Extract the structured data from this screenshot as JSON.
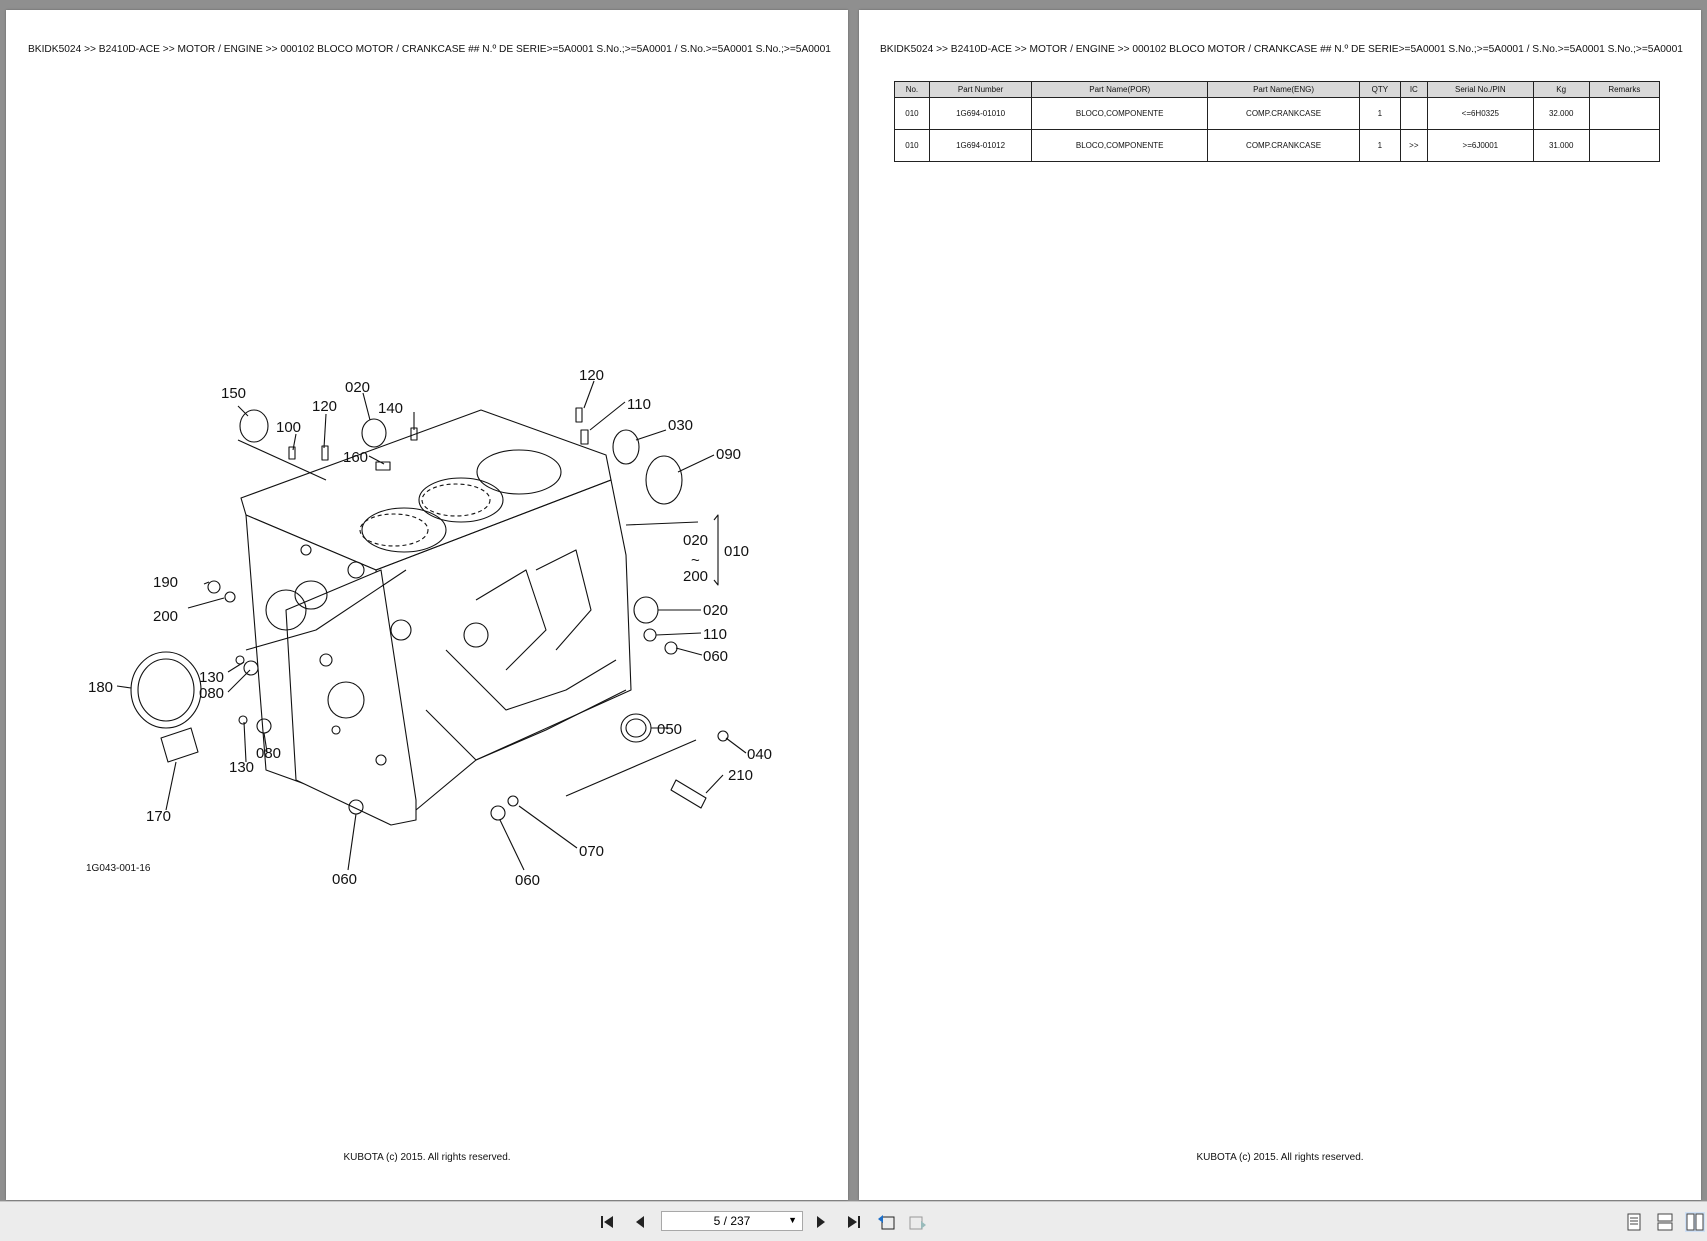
{
  "breadcrumb": "BKIDK5024 >> B2410D-ACE >> MOTOR / ENGINE >> 000102   BLOCO MOTOR / CRANKCASE ## N.º DE SÉRIE>=5A0001 S.No.;>=5A0001 / S.No.>=5A0001 S.No.;>=5A0001",
  "footer": "KUBOTA (c) 2015. All rights reserved.",
  "diagram": {
    "code": "1G043-001-16",
    "callouts": [
      "150",
      "120",
      "020",
      "140",
      "100",
      "160",
      "120",
      "110",
      "030",
      "090",
      "020",
      "~",
      "200",
      "010",
      "190",
      "200",
      "020",
      "110",
      "060",
      "180",
      "130",
      "080",
      "130",
      "080",
      "050",
      "040",
      "210",
      "170",
      "070",
      "060",
      "060"
    ]
  },
  "table": {
    "headers": [
      "No.",
      "Part Number",
      "Part Name(POR)",
      "Part Name(ENG)",
      "QTY",
      "IC",
      "Serial No./PIN",
      "Kg",
      "Remarks"
    ],
    "rows": [
      [
        "010",
        "1G694-01010",
        "BLOCO,COMPONENTE",
        "COMP.CRANKCASE",
        "1",
        "",
        "<=6H0325",
        "32.000",
        ""
      ],
      [
        "010",
        "1G694-01012",
        "BLOCO,COMPONENTE",
        "COMP.CRANKCASE",
        "1",
        ">>",
        ">=6J0001",
        "31.000",
        ""
      ]
    ]
  },
  "toolbar": {
    "page_indicator": "5 / 237",
    "first_icon": "first-page-icon",
    "prev_icon": "prev-page-icon",
    "next_icon": "next-page-icon",
    "last_icon": "last-page-icon"
  }
}
